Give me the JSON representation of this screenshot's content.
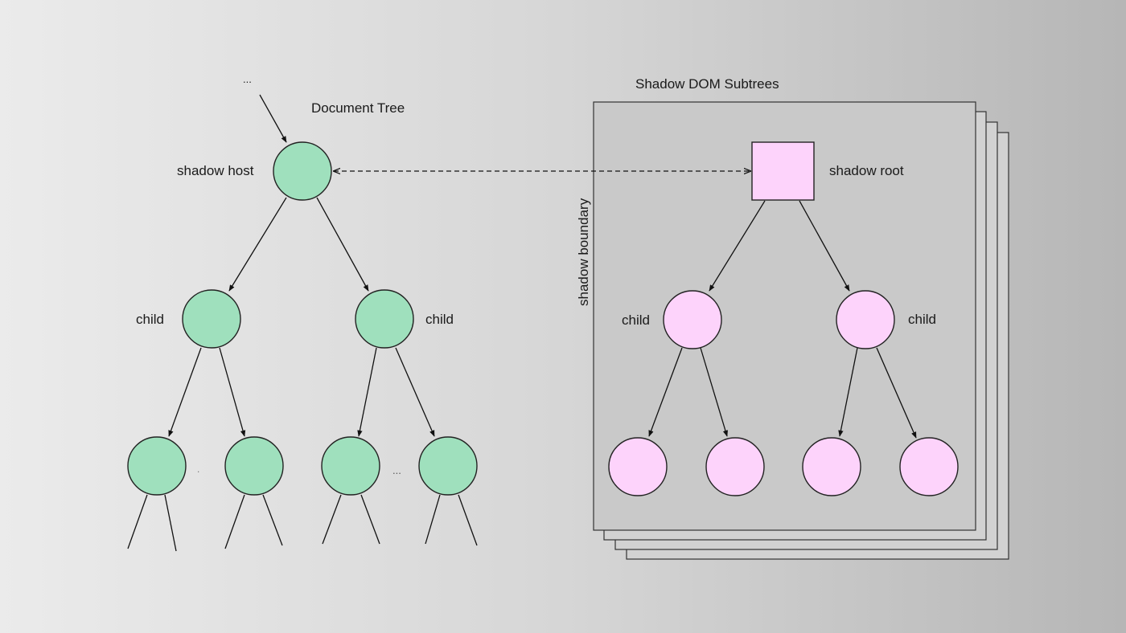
{
  "document_tree": {
    "title": "Document Tree",
    "ellipsis_top": "...",
    "host_label": "shadow host",
    "left_child_label": "child",
    "right_child_label": "child",
    "between_ellipsis": "...",
    "tiny_dot": "."
  },
  "shadow_subtrees": {
    "title": "Shadow DOM Subtrees",
    "boundary_label": "shadow boundary",
    "root_label": "shadow root",
    "left_child_label": "child",
    "right_child_label": "child"
  },
  "colors": {
    "document_node": "#9fe0bd",
    "shadow_node": "#fdd3fb"
  }
}
